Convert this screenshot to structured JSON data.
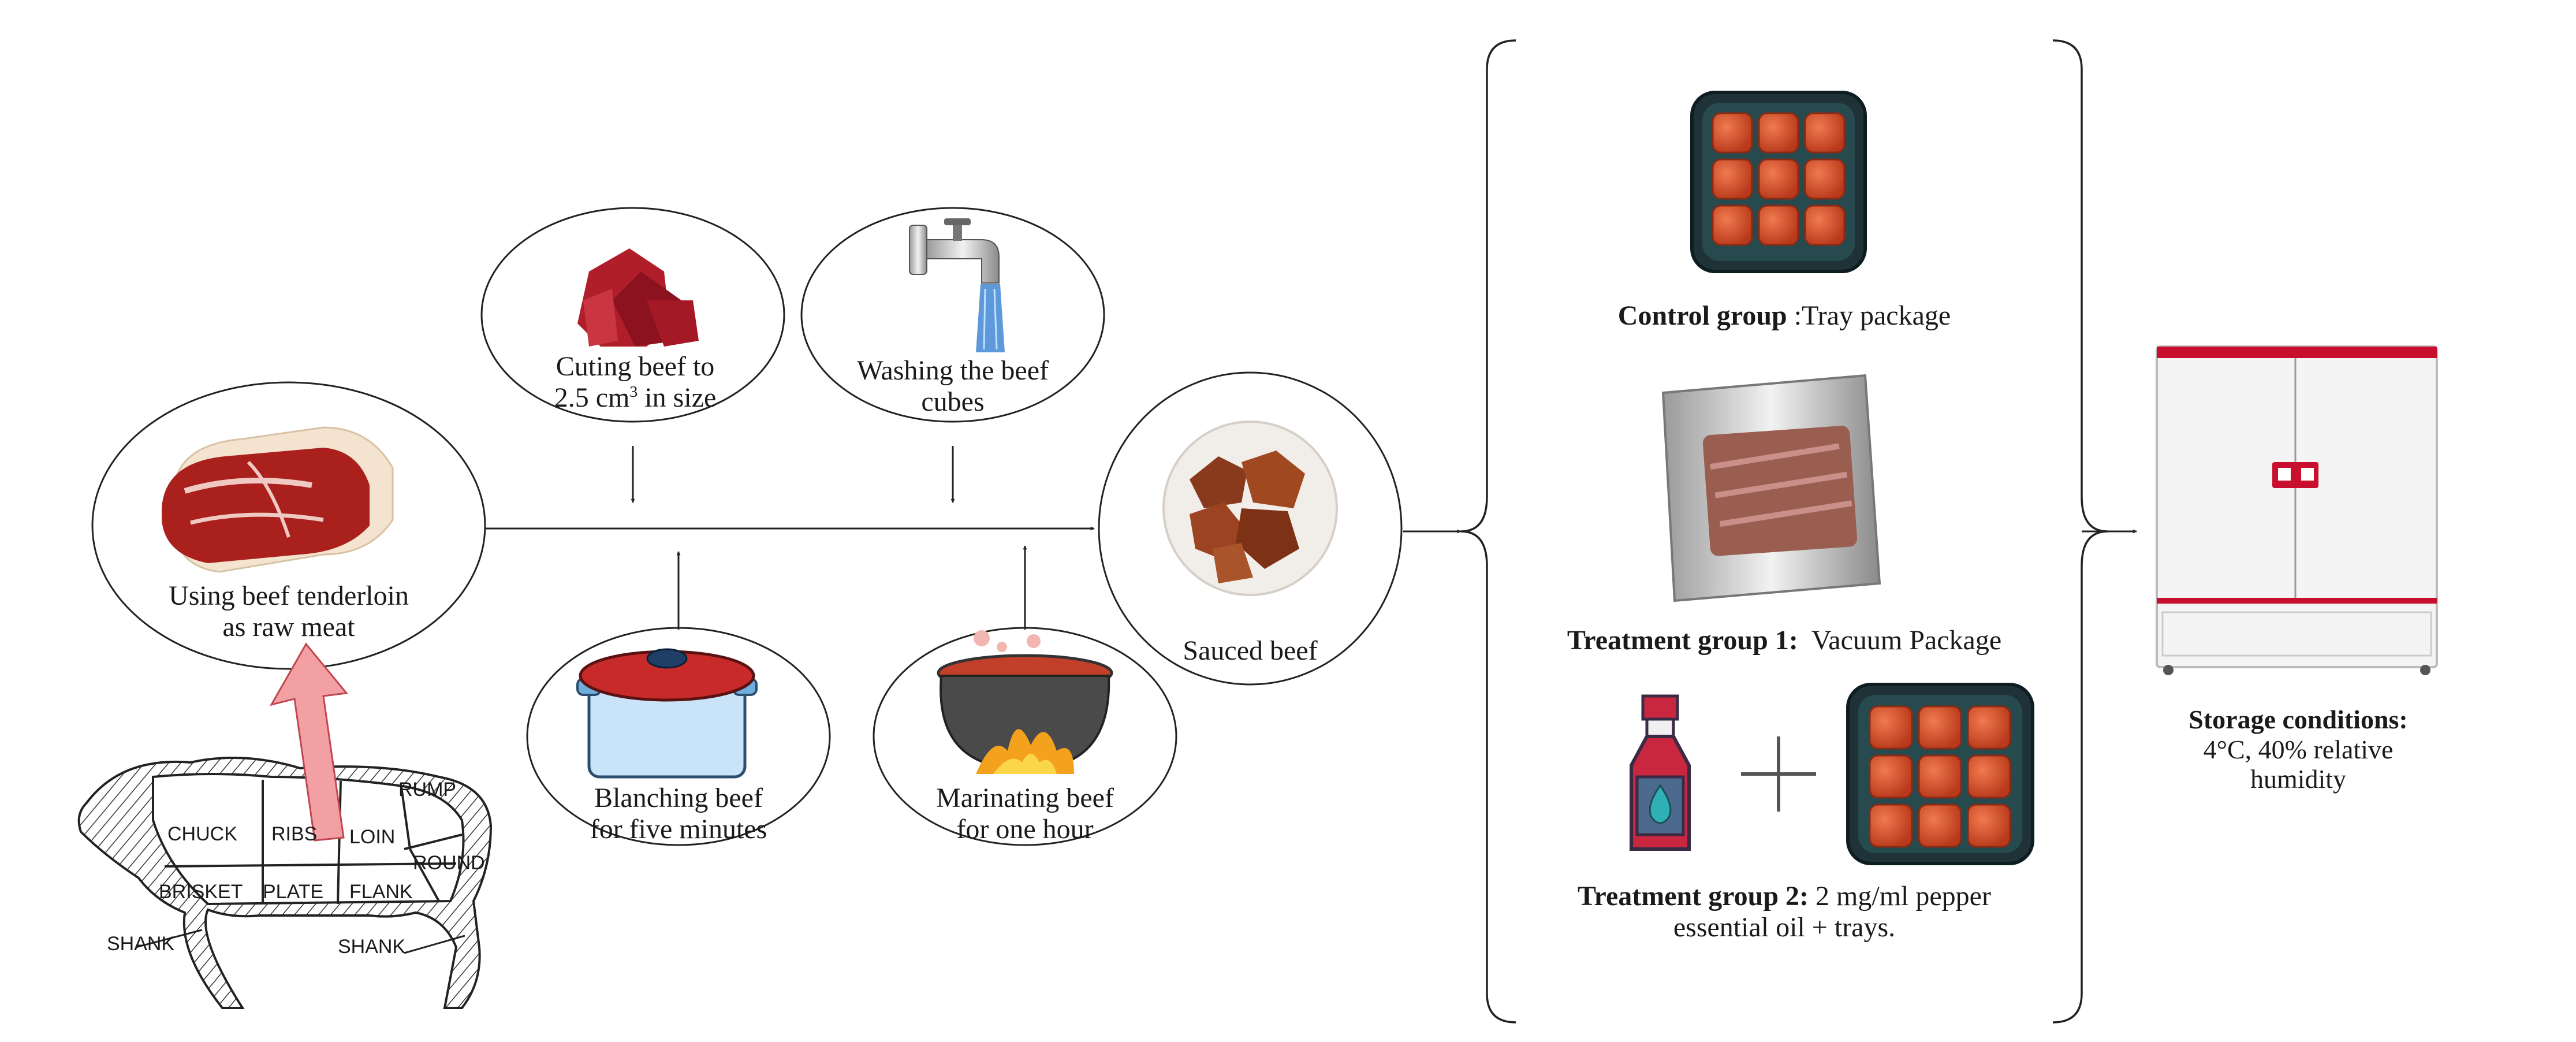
{
  "steps": {
    "raw_line1": "Using beef tenderloin",
    "raw_line2": "as raw meat",
    "cut_line1": "Cuting beef to",
    "cut_line2_pre": "2.5 cm",
    "cut_line2_sup": "3",
    "cut_line2_post": " in size",
    "wash_line1": "Washing the beef",
    "wash_line2": "cubes",
    "blanch_line1": "Blanching beef",
    "blanch_line2": "for five minutes",
    "marinate_line1": "Marinating beef",
    "marinate_line2": "for one hour",
    "sauced": "Sauced beef"
  },
  "cuts": {
    "chuck": "CHUCK",
    "ribs": "RIBS",
    "loin": "LOIN",
    "rump": "RUMP",
    "round": "ROUND",
    "brisket": "BRISKET",
    "plate": "PLATE",
    "flank": "FLANK",
    "shank_front": "SHANK",
    "shank_rear": "SHANK"
  },
  "groups": {
    "control_bold": "Control group",
    "control_rest": " :Tray package",
    "t1_bold": "Treatment group 1:",
    "t1_rest": "  Vacuum Package",
    "t2_bold": "Treatment group 2:",
    "t2_rest": " 2 mg/ml pepper",
    "t2_line2": "essential oil + trays."
  },
  "storage": {
    "title": "Storage conditions:",
    "line1": "4°C, 40% relative",
    "line2": "humidity"
  }
}
